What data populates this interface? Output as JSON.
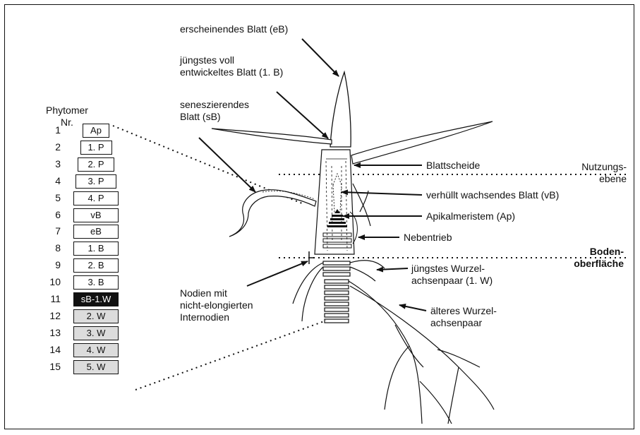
{
  "phytomer_header": [
    "Phytomer",
    "Nr."
  ],
  "phytomers": [
    {
      "nr": "1",
      "label": "Ap",
      "style": "white"
    },
    {
      "nr": "2",
      "label": "1. P",
      "style": "white"
    },
    {
      "nr": "3",
      "label": "2. P",
      "style": "white"
    },
    {
      "nr": "4",
      "label": "3. P",
      "style": "white"
    },
    {
      "nr": "5",
      "label": "4. P",
      "style": "white"
    },
    {
      "nr": "6",
      "label": "vB",
      "style": "white"
    },
    {
      "nr": "7",
      "label": "eB",
      "style": "white"
    },
    {
      "nr": "8",
      "label": "1. B",
      "style": "white"
    },
    {
      "nr": "9",
      "label": "2. B",
      "style": "white"
    },
    {
      "nr": "10",
      "label": "3. B",
      "style": "white"
    },
    {
      "nr": "11",
      "label": "sB-1.W",
      "style": "dark"
    },
    {
      "nr": "12",
      "label": "2. W",
      "style": "grey"
    },
    {
      "nr": "13",
      "label": "3. W",
      "style": "grey"
    },
    {
      "nr": "14",
      "label": "4. W",
      "style": "grey"
    },
    {
      "nr": "15",
      "label": "5. W",
      "style": "grey"
    }
  ],
  "labels": {
    "erscheinendes": "erscheinendes Blatt (eB)",
    "juengstes_1": "jüngstes voll",
    "juengstes_2": "entwickeltes Blatt (1. B)",
    "senesz_1": "seneszierendes",
    "senesz_2": "Blatt (sB)",
    "blattscheide": "Blattscheide",
    "nutzung_1": "Nutzungs-",
    "nutzung_2": "ebene",
    "verhuellt": "verhüllt wachsendes Blatt (vB)",
    "apikal": "Apikalmeristem (Ap)",
    "nebentrieb": "Nebentrieb",
    "boden_1": "Boden-",
    "boden_2": "oberfläche",
    "wurzel1_1": "jüngstes Wurzel-",
    "wurzel1_2": "achsenpaar (1. W)",
    "nodien_1": "Nodien mit",
    "nodien_2": "nicht-elongierten",
    "nodien_3": "Internodien",
    "wurzel2_1": "älteres Wurzel-",
    "wurzel2_2": "achsenpaar"
  }
}
